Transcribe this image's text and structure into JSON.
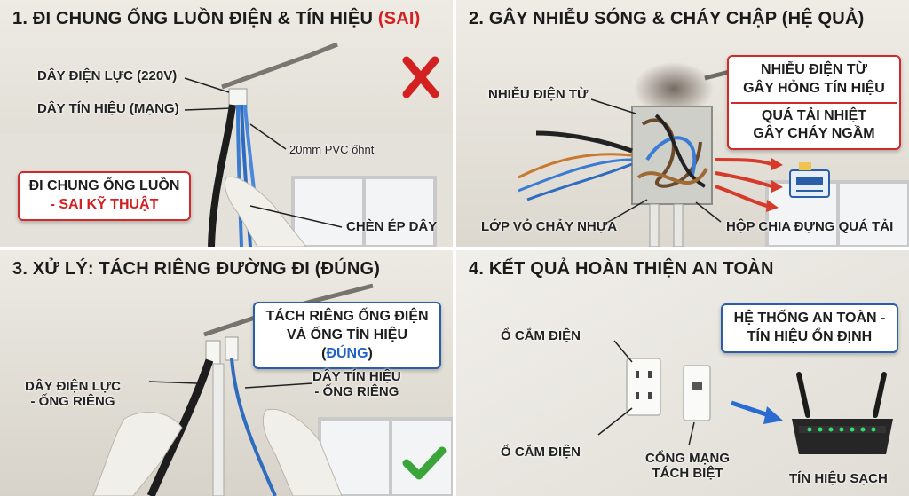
{
  "panels": {
    "p1": {
      "title_main": "1. ĐI CHUNG ỐNG LUỒN ĐIỆN & TÍN HIỆU ",
      "title_flag": "(SAI)",
      "label_power": "DÂY ĐIỆN LỰC (220V)",
      "label_signal": "DÂY TÍN HIỆU (MẠNG)",
      "label_pvc": "20mm PVC ốhnt",
      "label_squeeze": "CHÈN ÉP DÂY",
      "box_line1": "ĐI CHUNG ỐNG LUỒN",
      "box_line2": "- SAI KỸ THUẬT",
      "mark": "wrong-x-icon"
    },
    "p2": {
      "title": "2. GÂY NHIỄU SÓNG & CHÁY CHẬP (HỆ QUẢ)",
      "label_interference": "NHIỄU ĐIỆN TỪ",
      "label_melt": "LỚP VỎ CHẢY NHỰA",
      "label_overload": "HỘP CHIA ĐỰNG QUÁ TẢI",
      "box_line1": "NHIỄU ĐIỆN TỪ",
      "box_line2": "GÂY HỎNG TÍN HIỆU",
      "box_line3": "QUÁ TẢI NHIỆT",
      "box_line4": "GÂY CHÁY NGẦM"
    },
    "p3": {
      "title": "3. XỬ LÝ: TÁCH RIÊNG ĐƯỜNG ĐI (ĐÚNG)",
      "box_line1": "TÁCH RIÊNG ỐNG ĐIỆN",
      "box_line2a": "VÀ ỐNG TÍN HIỆU (",
      "box_line2b": "ĐÚNG",
      "box_line2c": ")",
      "label_power1": "DÂY ĐIỆN LỰC",
      "label_power2": "- ỐNG RIÊNG",
      "label_signal1": "DÂY TÍN HIỆU",
      "label_signal2": "- ỐNG RIÊNG",
      "mark": "check-icon"
    },
    "p4": {
      "title": "4. KẾT QUẢ HOÀN THIỆN AN TOÀN",
      "label_outlet_top": "Ổ CẮM ĐIỆN",
      "label_outlet_bottom": "Ổ CẮM ĐIỆN",
      "label_port1": "CỔNG MẠNG",
      "label_port2": "TÁCH BIỆT",
      "label_signal": "TÍN HIỆU SẠCH",
      "box_line1": "HỆ THỐNG AN TOÀN -",
      "box_line2": "TÍN HIỆU ỔN ĐỊNH"
    }
  },
  "colors": {
    "red": "#d32020",
    "blue": "#2a5ea8",
    "green": "#3ba43b"
  }
}
